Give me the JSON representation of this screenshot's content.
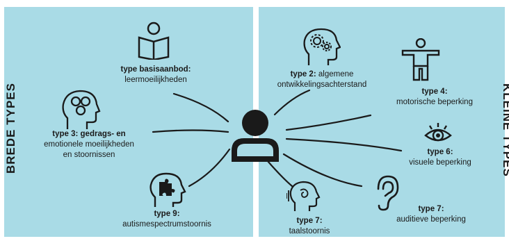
{
  "panels": {
    "left_title": "BREDE TYPES",
    "right_title": "KLEINE TYPES"
  },
  "types": {
    "basis": {
      "title": "type basisaanbod:",
      "desc": "leermoeilijkheden"
    },
    "t3": {
      "title": "type 3: gedrags- en",
      "desc1": "emotionele moeilijkheden",
      "desc2": "en stoornissen"
    },
    "t9": {
      "title": "type 9:",
      "desc": "autismespectrumstoornis"
    },
    "t2": {
      "title": "type 2:",
      "title_rest": " algemene",
      "desc": "ontwikkelingsachterstand"
    },
    "t4": {
      "title": "type 4:",
      "desc": "motorische beperking"
    },
    "t6": {
      "title": "type 6:",
      "desc": "visuele beperking"
    },
    "t7a": {
      "title": "type 7:",
      "desc": "auditieve beperking"
    },
    "t7b": {
      "title": "type 7:",
      "desc": "taalstoornis"
    }
  },
  "colors": {
    "panel": "#a9dbe6",
    "ink": "#1a1a1a"
  },
  "icons": [
    "reading-person-icon",
    "emotions-head-icon",
    "puzzle-head-icon",
    "central-person-icon",
    "gears-head-icon",
    "body-icon",
    "eye-icon",
    "ear-icon",
    "speech-head-icon"
  ]
}
